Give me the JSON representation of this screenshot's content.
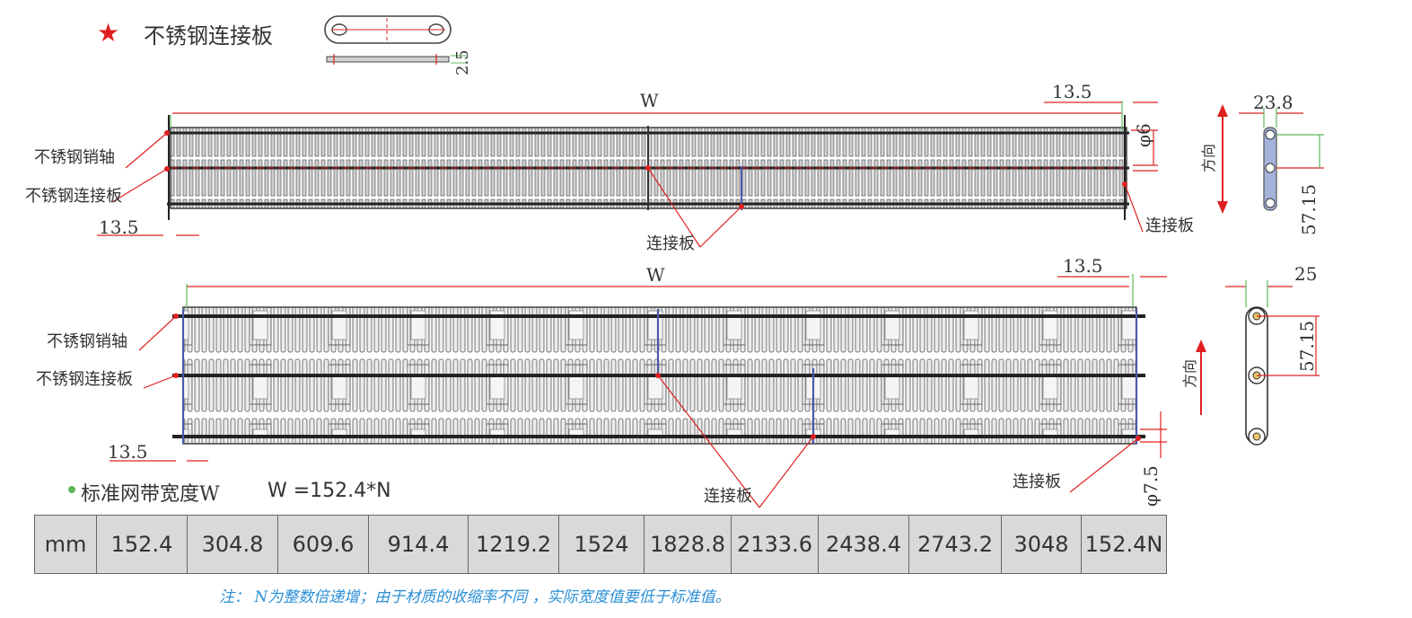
{
  "legend": {
    "star": "★",
    "title": "不锈钢连接板",
    "thickness": "2.5"
  },
  "top_view": {
    "w": "W",
    "offset_right": "13.5",
    "offset_left": "13.5",
    "dia": "φ6",
    "pin_label": "不锈钢销轴",
    "plate_label": "不锈钢连接板",
    "link_label_center": "连接板",
    "link_label_right": "连接板"
  },
  "top_side": {
    "width": "23.8",
    "pitch": "57.15",
    "direction": "方向"
  },
  "bottom_view": {
    "w": "W",
    "offset_right": "13.5",
    "offset_left": "13.5",
    "dia": "φ7.5",
    "pin_label": "不锈钢销轴",
    "plate_label": "不锈钢连接板",
    "link_label_center": "连接板",
    "link_label_right": "连接板"
  },
  "bottom_side": {
    "width": "25",
    "pitch": "57.15",
    "direction": "方向"
  },
  "standard": {
    "title": "标准网带宽度W",
    "formula": "W =152.4*N"
  },
  "table": {
    "unit": "mm",
    "values": [
      "152.4",
      "304.8",
      "609.6",
      "914.4",
      "1219.2",
      "1524",
      "1828.8",
      "2133.6",
      "2438.4",
      "2743.2",
      "3048",
      "152.4N"
    ]
  },
  "note": "注：  N为整数倍递增；由于材质的收缩率不同 ，实际宽度值要低于标准值。",
  "colors": {
    "dim_red": "#e02020",
    "accent_green": "#5cb85c",
    "note_blue": "#2b8fd6",
    "table_bg": "#d9d9d9"
  }
}
